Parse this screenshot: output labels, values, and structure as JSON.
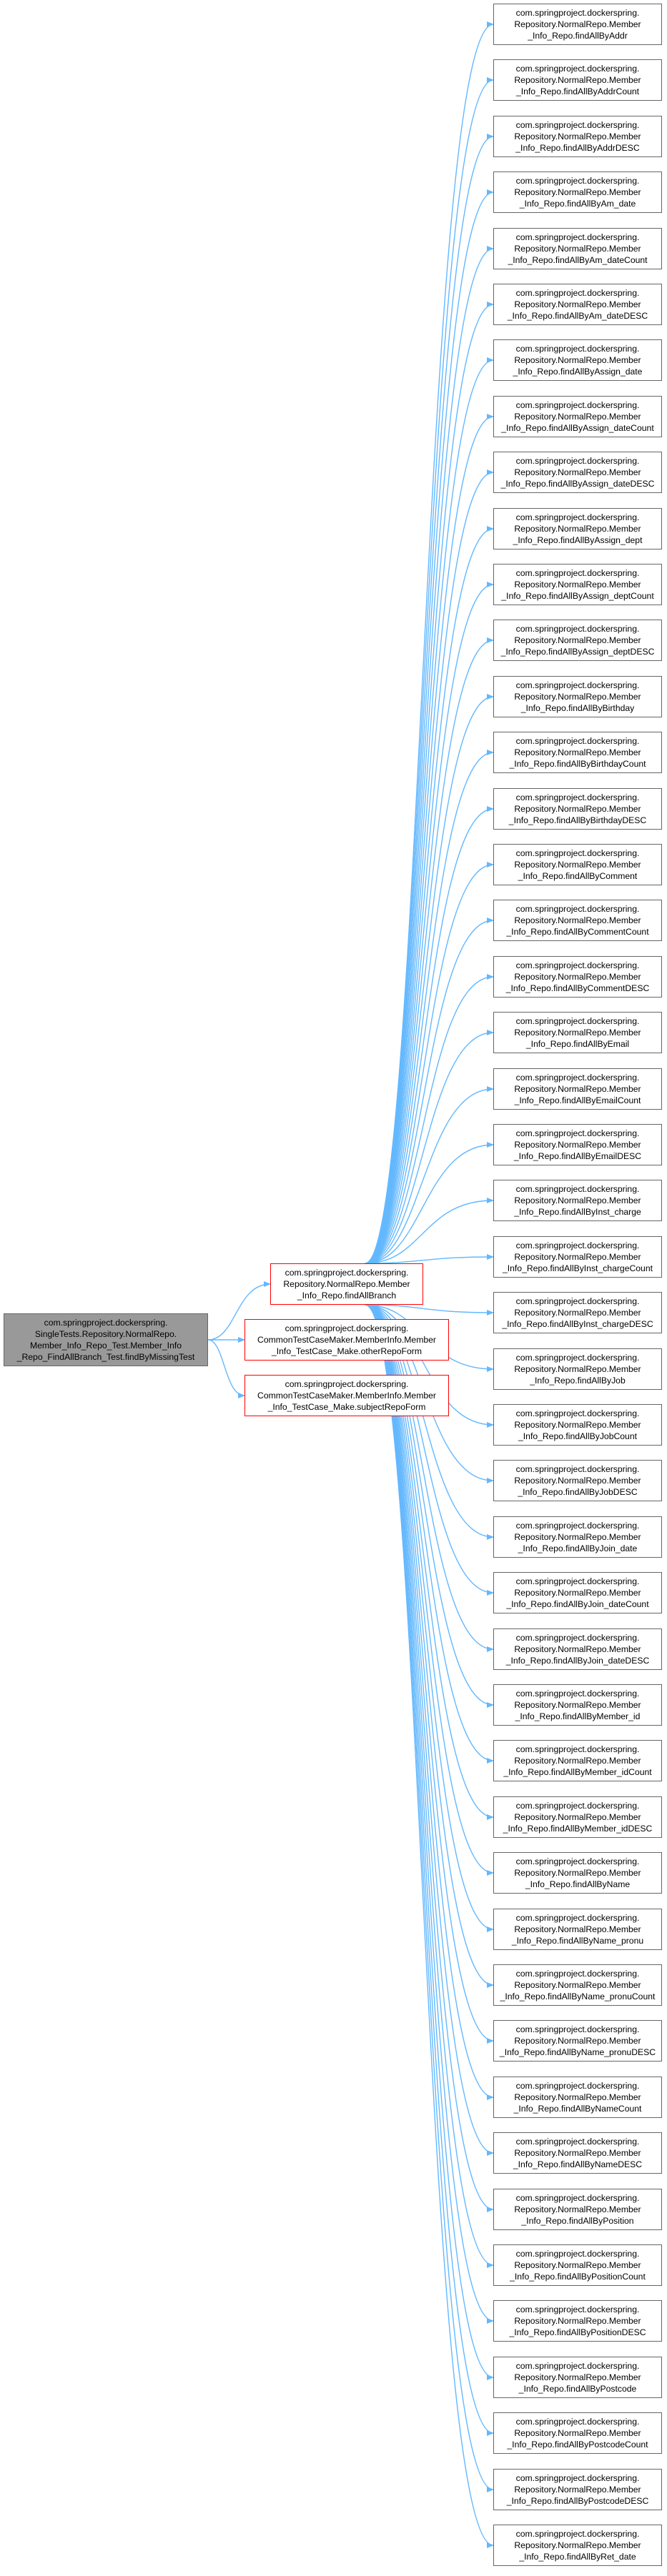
{
  "diagram": {
    "root": {
      "label": "com.springproject.dockerspring.\nSingleTests.Repository.NormalRepo.\nMember_Info_Repo_Test.Member_Info\n_Repo_FindAllBranch_Test.findByMissingTest"
    },
    "middle": [
      {
        "label": "com.springproject.dockerspring.\nRepository.NormalRepo.Member\n_Info_Repo.findAllBranch"
      },
      {
        "label": "com.springproject.dockerspring.\nCommonTestCaseMaker.MemberInfo.Member\n_Info_TestCase_Make.otherRepoForm"
      },
      {
        "label": "com.springproject.dockerspring.\nCommonTestCaseMaker.MemberInfo.Member\n_Info_TestCase_Make.subjectRepoForm"
      }
    ],
    "leaves": [
      {
        "label": "com.springproject.dockerspring.\nRepository.NormalRepo.Member\n_Info_Repo.findAllByAddr"
      },
      {
        "label": "com.springproject.dockerspring.\nRepository.NormalRepo.Member\n_Info_Repo.findAllByAddrCount"
      },
      {
        "label": "com.springproject.dockerspring.\nRepository.NormalRepo.Member\n_Info_Repo.findAllByAddrDESC"
      },
      {
        "label": "com.springproject.dockerspring.\nRepository.NormalRepo.Member\n_Info_Repo.findAllByAm_date"
      },
      {
        "label": "com.springproject.dockerspring.\nRepository.NormalRepo.Member\n_Info_Repo.findAllByAm_dateCount"
      },
      {
        "label": "com.springproject.dockerspring.\nRepository.NormalRepo.Member\n_Info_Repo.findAllByAm_dateDESC"
      },
      {
        "label": "com.springproject.dockerspring.\nRepository.NormalRepo.Member\n_Info_Repo.findAllByAssign_date"
      },
      {
        "label": "com.springproject.dockerspring.\nRepository.NormalRepo.Member\n_Info_Repo.findAllByAssign_dateCount"
      },
      {
        "label": "com.springproject.dockerspring.\nRepository.NormalRepo.Member\n_Info_Repo.findAllByAssign_dateDESC"
      },
      {
        "label": "com.springproject.dockerspring.\nRepository.NormalRepo.Member\n_Info_Repo.findAllByAssign_dept"
      },
      {
        "label": "com.springproject.dockerspring.\nRepository.NormalRepo.Member\n_Info_Repo.findAllByAssign_deptCount"
      },
      {
        "label": "com.springproject.dockerspring.\nRepository.NormalRepo.Member\n_Info_Repo.findAllByAssign_deptDESC"
      },
      {
        "label": "com.springproject.dockerspring.\nRepository.NormalRepo.Member\n_Info_Repo.findAllByBirthday"
      },
      {
        "label": "com.springproject.dockerspring.\nRepository.NormalRepo.Member\n_Info_Repo.findAllByBirthdayCount"
      },
      {
        "label": "com.springproject.dockerspring.\nRepository.NormalRepo.Member\n_Info_Repo.findAllByBirthdayDESC"
      },
      {
        "label": "com.springproject.dockerspring.\nRepository.NormalRepo.Member\n_Info_Repo.findAllByComment"
      },
      {
        "label": "com.springproject.dockerspring.\nRepository.NormalRepo.Member\n_Info_Repo.findAllByCommentCount"
      },
      {
        "label": "com.springproject.dockerspring.\nRepository.NormalRepo.Member\n_Info_Repo.findAllByCommentDESC"
      },
      {
        "label": "com.springproject.dockerspring.\nRepository.NormalRepo.Member\n_Info_Repo.findAllByEmail"
      },
      {
        "label": "com.springproject.dockerspring.\nRepository.NormalRepo.Member\n_Info_Repo.findAllByEmailCount"
      },
      {
        "label": "com.springproject.dockerspring.\nRepository.NormalRepo.Member\n_Info_Repo.findAllByEmailDESC"
      },
      {
        "label": "com.springproject.dockerspring.\nRepository.NormalRepo.Member\n_Info_Repo.findAllByInst_charge"
      },
      {
        "label": "com.springproject.dockerspring.\nRepository.NormalRepo.Member\n_Info_Repo.findAllByInst_chargeCount"
      },
      {
        "label": "com.springproject.dockerspring.\nRepository.NormalRepo.Member\n_Info_Repo.findAllByInst_chargeDESC"
      },
      {
        "label": "com.springproject.dockerspring.\nRepository.NormalRepo.Member\n_Info_Repo.findAllByJob"
      },
      {
        "label": "com.springproject.dockerspring.\nRepository.NormalRepo.Member\n_Info_Repo.findAllByJobCount"
      },
      {
        "label": "com.springproject.dockerspring.\nRepository.NormalRepo.Member\n_Info_Repo.findAllByJobDESC"
      },
      {
        "label": "com.springproject.dockerspring.\nRepository.NormalRepo.Member\n_Info_Repo.findAllByJoin_date"
      },
      {
        "label": "com.springproject.dockerspring.\nRepository.NormalRepo.Member\n_Info_Repo.findAllByJoin_dateCount"
      },
      {
        "label": "com.springproject.dockerspring.\nRepository.NormalRepo.Member\n_Info_Repo.findAllByJoin_dateDESC"
      },
      {
        "label": "com.springproject.dockerspring.\nRepository.NormalRepo.Member\n_Info_Repo.findAllByMember_id"
      },
      {
        "label": "com.springproject.dockerspring.\nRepository.NormalRepo.Member\n_Info_Repo.findAllByMember_idCount"
      },
      {
        "label": "com.springproject.dockerspring.\nRepository.NormalRepo.Member\n_Info_Repo.findAllByMember_idDESC"
      },
      {
        "label": "com.springproject.dockerspring.\nRepository.NormalRepo.Member\n_Info_Repo.findAllByName"
      },
      {
        "label": "com.springproject.dockerspring.\nRepository.NormalRepo.Member\n_Info_Repo.findAllByName_pronu"
      },
      {
        "label": "com.springproject.dockerspring.\nRepository.NormalRepo.Member\n_Info_Repo.findAllByName_pronuCount"
      },
      {
        "label": "com.springproject.dockerspring.\nRepository.NormalRepo.Member\n_Info_Repo.findAllByName_pronuDESC"
      },
      {
        "label": "com.springproject.dockerspring.\nRepository.NormalRepo.Member\n_Info_Repo.findAllByNameCount"
      },
      {
        "label": "com.springproject.dockerspring.\nRepository.NormalRepo.Member\n_Info_Repo.findAllByNameDESC"
      },
      {
        "label": "com.springproject.dockerspring.\nRepository.NormalRepo.Member\n_Info_Repo.findAllByPosition"
      },
      {
        "label": "com.springproject.dockerspring.\nRepository.NormalRepo.Member\n_Info_Repo.findAllByPositionCount"
      },
      {
        "label": "com.springproject.dockerspring.\nRepository.NormalRepo.Member\n_Info_Repo.findAllByPositionDESC"
      },
      {
        "label": "com.springproject.dockerspring.\nRepository.NormalRepo.Member\n_Info_Repo.findAllByPostcode"
      },
      {
        "label": "com.springproject.dockerspring.\nRepository.NormalRepo.Member\n_Info_Repo.findAllByPostcodeCount"
      },
      {
        "label": "com.springproject.dockerspring.\nRepository.NormalRepo.Member\n_Info_Repo.findAllByPostcodeDESC"
      },
      {
        "label": "com.springproject.dockerspring.\nRepository.NormalRepo.Member\n_Info_Repo.findAllByRet_date"
      }
    ],
    "colors": {
      "edge": "#63b8ff",
      "node_border": "#666666",
      "highlight_border": "#ff0000",
      "root_fill": "#999999"
    }
  }
}
